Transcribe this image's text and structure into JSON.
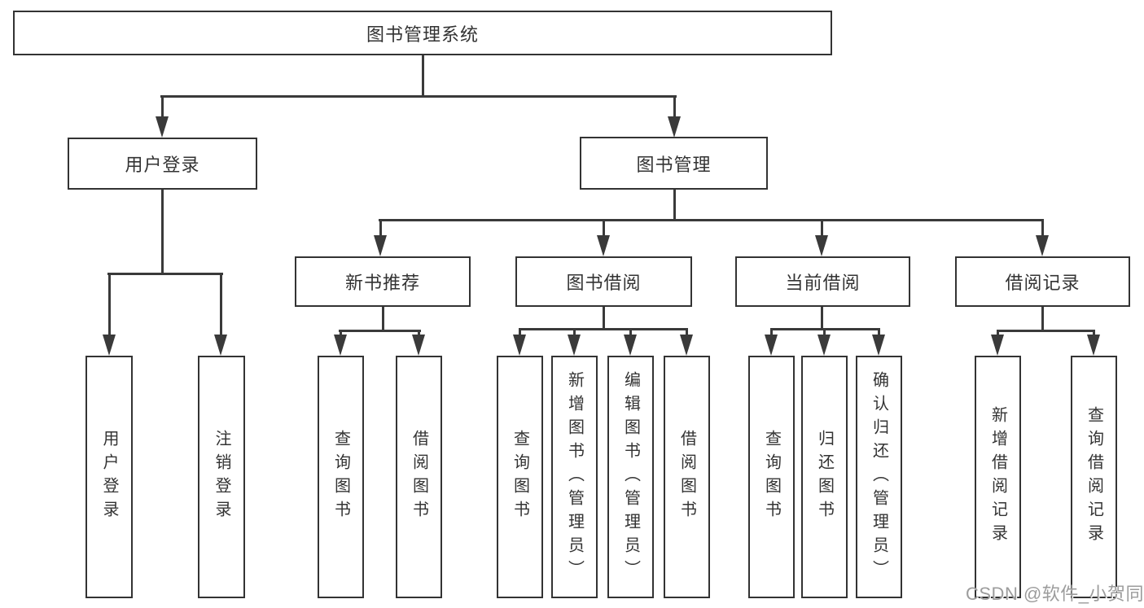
{
  "diagram": {
    "type": "hierarchy-tree",
    "root": {
      "label": "图书管理系统"
    },
    "branches": [
      {
        "label": "用户登录",
        "children": [
          {
            "label": "用户登录"
          },
          {
            "label": "注销登录"
          }
        ]
      },
      {
        "label": "图书管理",
        "children": [
          {
            "label": "新书推荐",
            "children": [
              {
                "label": "查询图书"
              },
              {
                "label": "借阅图书"
              }
            ]
          },
          {
            "label": "图书借阅",
            "children": [
              {
                "label": "查询图书"
              },
              {
                "label": "新增图书（管理员）"
              },
              {
                "label": "编辑图书（管理员）"
              },
              {
                "label": "借阅图书"
              }
            ]
          },
          {
            "label": "当前借阅",
            "children": [
              {
                "label": "查询图书"
              },
              {
                "label": "归还图书"
              },
              {
                "label": "确认归还（管理员）"
              }
            ]
          },
          {
            "label": "借阅记录",
            "children": [
              {
                "label": "新增借阅记录"
              },
              {
                "label": "查询借阅记录"
              }
            ]
          }
        ]
      }
    ]
  },
  "watermark": {
    "text": "CSDN @软件_小贺同学"
  },
  "colors": {
    "line": "#3a3a3a",
    "box_border": "#333333",
    "text": "#333333",
    "background": "#ffffff",
    "watermark": "#9c9c9c"
  }
}
